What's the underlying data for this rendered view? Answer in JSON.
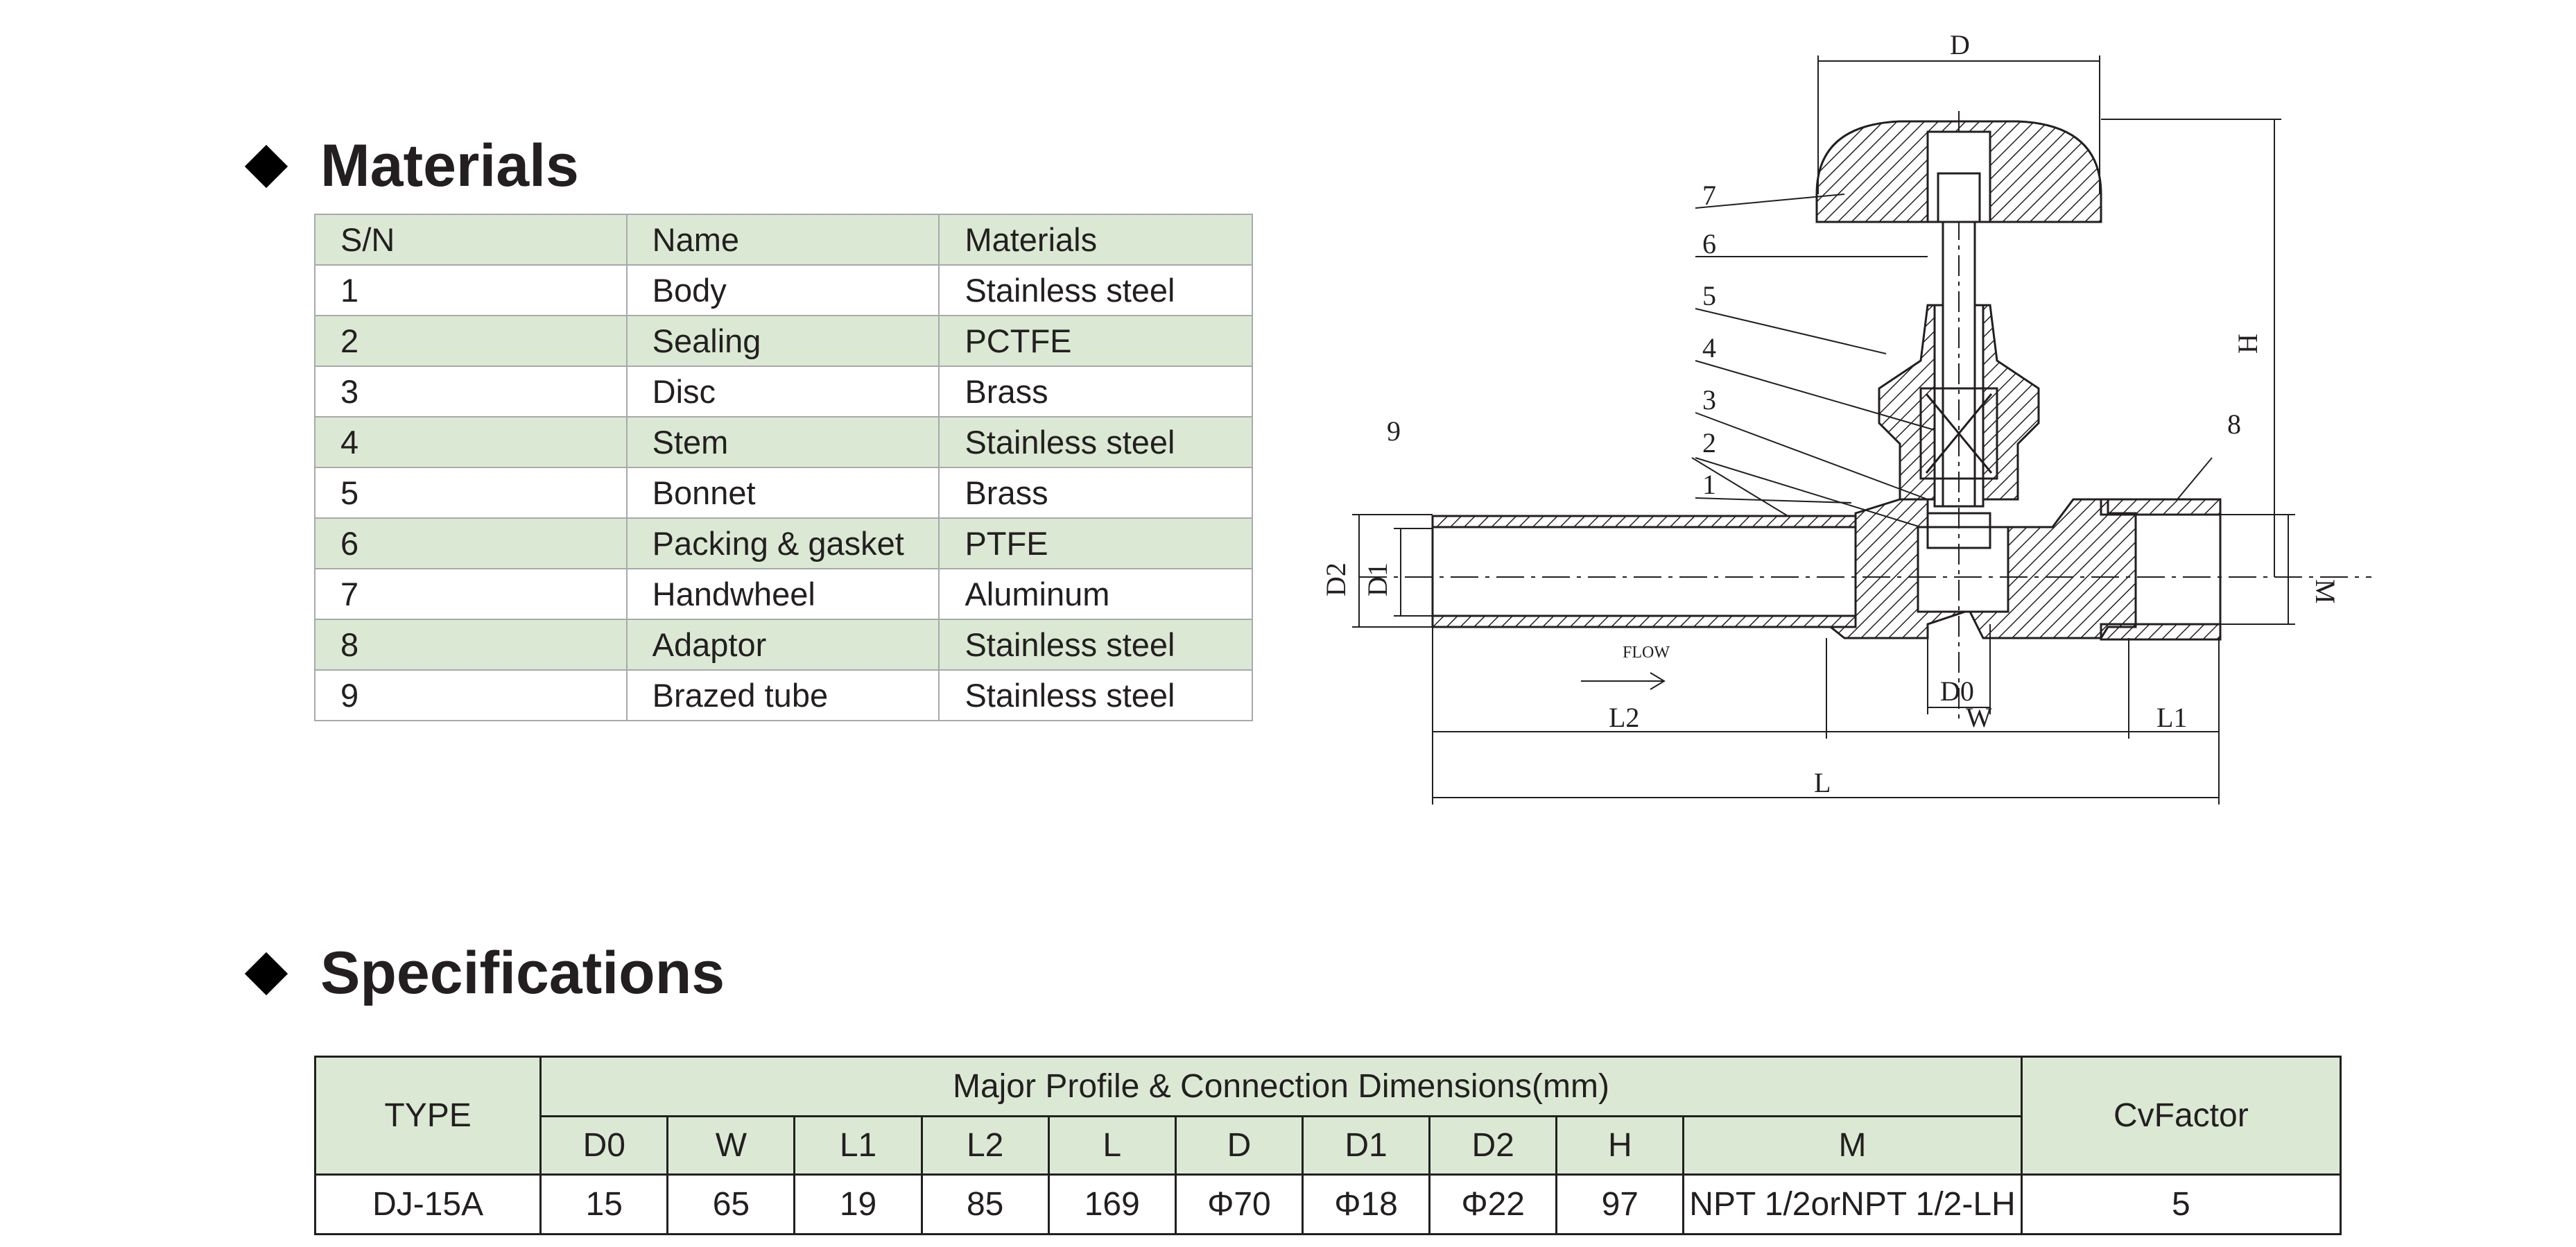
{
  "materials": {
    "heading": "Materials",
    "header": {
      "sn": "S/N",
      "name": "Name",
      "materials": "Materials"
    },
    "rows": [
      {
        "sn": "1",
        "name": "Body",
        "material": "Stainless steel"
      },
      {
        "sn": "2",
        "name": "Sealing",
        "material": "PCTFE"
      },
      {
        "sn": "3",
        "name": "Disc",
        "material": "Brass"
      },
      {
        "sn": "4",
        "name": "Stem",
        "material": "Stainless steel"
      },
      {
        "sn": "5",
        "name": "Bonnet",
        "material": "Brass"
      },
      {
        "sn": "6",
        "name": "Packing & gasket",
        "material": "PTFE"
      },
      {
        "sn": "7",
        "name": "Handwheel",
        "material": "Aluminum"
      },
      {
        "sn": "8",
        "name": "Adaptor",
        "material": "Stainless steel"
      },
      {
        "sn": "9",
        "name": "Brazed tube",
        "material": "Stainless steel"
      }
    ]
  },
  "specifications": {
    "heading": "Specifications",
    "type_header": "TYPE",
    "group_header": "Major Profile & Connection Dimensions(mm)",
    "cv_header": "CvFactor",
    "columns": [
      "D0",
      "W",
      "L1",
      "L2",
      "L",
      "D",
      "D1",
      "D2",
      "H",
      "M"
    ],
    "row": {
      "type": "DJ-15A",
      "values": [
        "15",
        "65",
        "19",
        "85",
        "169",
        "Φ70",
        "Φ18",
        "Φ22",
        "97",
        "NPT 1/2orNPT 1/2-LH"
      ],
      "cv": "5"
    }
  },
  "diagram": {
    "part_numbers": [
      "1",
      "2",
      "3",
      "4",
      "5",
      "6",
      "7",
      "8",
      "9"
    ],
    "dim_labels": {
      "D": "D",
      "H": "H",
      "M": "M",
      "D1": "D1",
      "D2": "D2",
      "D0": "D0",
      "W": "W",
      "L1": "L1",
      "L2": "L2",
      "L": "L"
    },
    "flow_label": "FLOW"
  }
}
